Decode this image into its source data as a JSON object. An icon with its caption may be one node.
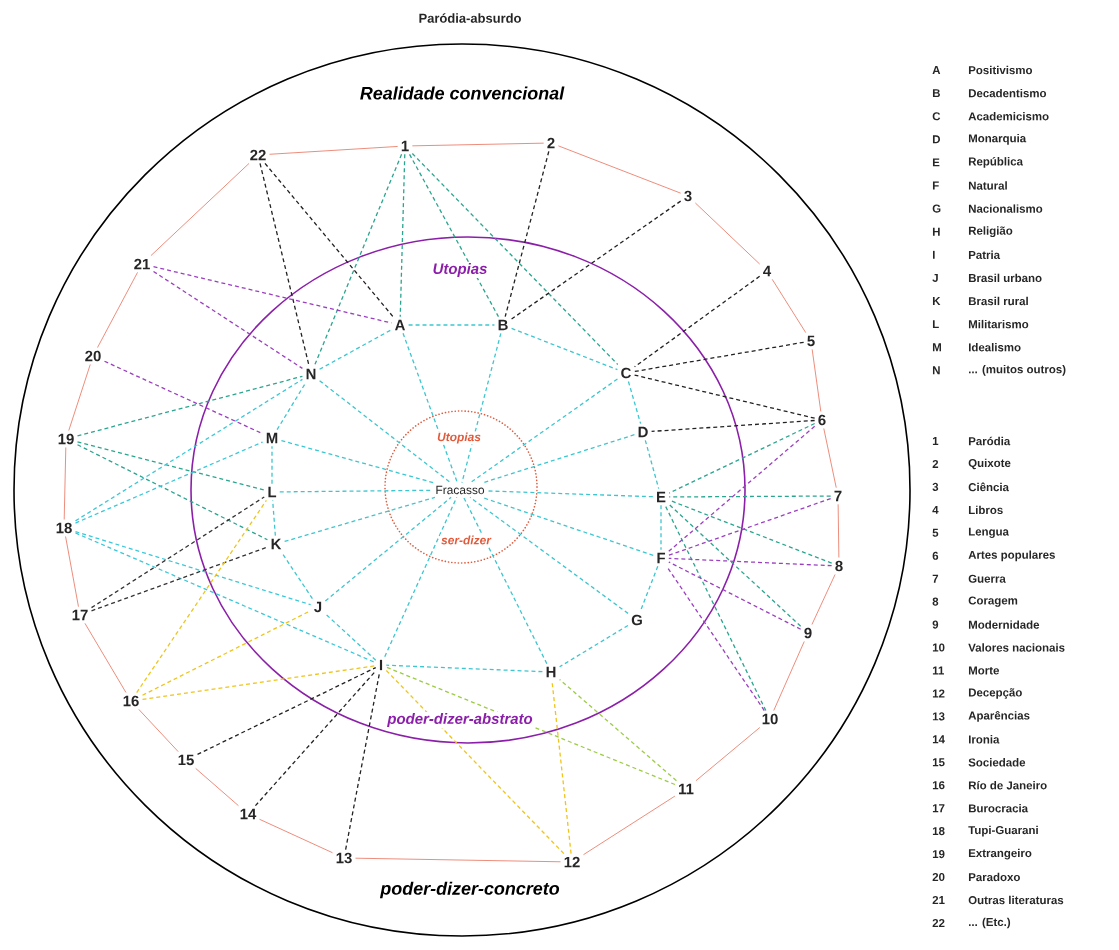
{
  "diagram": {
    "title": "Paródia-absurdo",
    "nodes": [
      {
        "text": [
          "Realidade convencional",
          "poder-dizer-concreto"
        ]
      },
      {
        "text": [
          "Utopias",
          "poder-dizer-abstrato"
        ],
        "in": 0
      },
      {
        "text": [
          "Utopias",
          "ser-dizer"
        ],
        "in": 1
      },
      {
        "text": [
          "Fracasso"
        ],
        "in": 2
      },
      {
        "text": [
          "A"
        ],
        "in": 1
      },
      {
        "text": [
          "B"
        ],
        "in": 1
      },
      {
        "text": [
          "C"
        ],
        "in": 1
      },
      {
        "text": [
          "D"
        ],
        "in": 1
      },
      {
        "text": [
          "E"
        ],
        "in": 1
      },
      {
        "text": [
          "F"
        ],
        "in": 1
      },
      {
        "text": [
          "G"
        ],
        "in": 1
      },
      {
        "text": [
          "H"
        ],
        "in": 1
      },
      {
        "text": [
          "I"
        ],
        "in": 1
      },
      {
        "text": [
          "J"
        ],
        "in": 1
      },
      {
        "text": [
          "K"
        ],
        "in": 1
      },
      {
        "text": [
          "L"
        ],
        "in": 1
      },
      {
        "text": [
          "M"
        ],
        "in": 1
      },
      {
        "text": [
          "N"
        ],
        "in": 1
      },
      {
        "text": [
          "1"
        ],
        "in": 0
      },
      {
        "text": [
          "2"
        ],
        "in": 0
      },
      {
        "text": [
          "3"
        ],
        "in": 0
      },
      {
        "text": [
          "4"
        ],
        "in": 0
      },
      {
        "text": [
          "5"
        ],
        "in": 0
      },
      {
        "text": [
          "6"
        ],
        "in": 0
      },
      {
        "text": [
          "7"
        ],
        "in": 0
      },
      {
        "text": [
          "8"
        ],
        "in": 0
      },
      {
        "text": [
          "9"
        ],
        "in": 0
      },
      {
        "text": [
          "10"
        ],
        "in": 0
      },
      {
        "text": [
          "11"
        ],
        "in": 0
      },
      {
        "text": [
          "12"
        ],
        "in": 0
      },
      {
        "text": [
          "13"
        ],
        "in": 0
      },
      {
        "text": [
          "14"
        ],
        "in": 0
      },
      {
        "text": [
          "15"
        ],
        "in": 0
      },
      {
        "text": [
          "16"
        ],
        "in": 0
      },
      {
        "text": [
          "17"
        ],
        "in": 0
      },
      {
        "text": [
          "18"
        ],
        "in": 0
      },
      {
        "text": [
          "19"
        ],
        "in": 0
      },
      {
        "text": [
          "20"
        ],
        "in": 0
      },
      {
        "text": [
          "21"
        ],
        "in": 0
      },
      {
        "text": [
          "22"
        ],
        "in": 0
      }
    ],
    "edges": [
      {
        "from": 18,
        "to": 19,
        "arrow": "none",
        "color": "#e8705a"
      },
      {
        "from": 19,
        "to": 20,
        "arrow": "none",
        "color": "#e8705a"
      },
      {
        "from": 20,
        "to": 21,
        "arrow": "none",
        "color": "#e8705a"
      },
      {
        "from": 21,
        "to": 22,
        "arrow": "none",
        "color": "#e8705a"
      },
      {
        "from": 22,
        "to": 23,
        "arrow": "none",
        "color": "#e8705a"
      },
      {
        "from": 23,
        "to": 24,
        "arrow": "none",
        "color": "#e8705a"
      },
      {
        "from": 24,
        "to": 25,
        "arrow": "none",
        "color": "#e8705a"
      },
      {
        "from": 25,
        "to": 26,
        "arrow": "none",
        "color": "#e8705a"
      },
      {
        "from": 26,
        "to": 27,
        "arrow": "none",
        "color": "#e8705a"
      },
      {
        "from": 27,
        "to": 28,
        "arrow": "none",
        "color": "#e8705a"
      },
      {
        "from": 28,
        "to": 29,
        "arrow": "none",
        "color": "#e8705a"
      },
      {
        "from": 29,
        "to": 30,
        "arrow": "none",
        "color": "#e8705a"
      },
      {
        "from": 30,
        "to": 31,
        "arrow": "none",
        "color": "#e8705a"
      },
      {
        "from": 31,
        "to": 32,
        "arrow": "none",
        "color": "#e8705a"
      },
      {
        "from": 32,
        "to": 33,
        "arrow": "none",
        "color": "#e8705a"
      },
      {
        "from": 33,
        "to": 34,
        "arrow": "none",
        "color": "#e8705a"
      },
      {
        "from": 34,
        "to": 35,
        "arrow": "none",
        "color": "#e8705a"
      },
      {
        "from": 35,
        "to": 36,
        "arrow": "none",
        "color": "#e8705a"
      },
      {
        "from": 36,
        "to": 37,
        "arrow": "none",
        "color": "#e8705a"
      },
      {
        "from": 37,
        "to": 38,
        "arrow": "none",
        "color": "#e8705a"
      },
      {
        "from": 38,
        "to": 39,
        "arrow": "none",
        "color": "#e8705a"
      },
      {
        "from": 39,
        "to": 18,
        "arrow": "none",
        "color": "#e8705a"
      },
      {
        "from": 4,
        "to": 5,
        "arrow": "none",
        "style": "dashed",
        "color": "#3cc6cf"
      },
      {
        "from": 5,
        "to": 6,
        "arrow": "none",
        "style": "dashed",
        "color": "#3cc6cf"
      },
      {
        "from": 6,
        "to": 7,
        "arrow": "none",
        "style": "dashed",
        "color": "#3cc6cf"
      },
      {
        "from": 7,
        "to": 8,
        "arrow": "none",
        "style": "dashed",
        "color": "#3cc6cf"
      },
      {
        "from": 8,
        "to": 9,
        "arrow": "none",
        "style": "dashed",
        "color": "#3cc6cf"
      },
      {
        "from": 9,
        "to": 10,
        "arrow": "none",
        "style": "dashed",
        "color": "#3cc6cf"
      },
      {
        "from": 10,
        "to": 11,
        "arrow": "none",
        "style": "dashed",
        "color": "#3cc6cf"
      },
      {
        "from": 11,
        "to": 12,
        "arrow": "none",
        "style": "dashed",
        "color": "#3cc6cf"
      },
      {
        "from": 12,
        "to": 13,
        "arrow": "none",
        "style": "dashed",
        "color": "#3cc6cf"
      },
      {
        "from": 13,
        "to": 14,
        "arrow": "none",
        "style": "dashed",
        "color": "#3cc6cf"
      },
      {
        "from": 14,
        "to": 15,
        "arrow": "none",
        "style": "dashed",
        "color": "#3cc6cf"
      },
      {
        "from": 15,
        "to": 16,
        "arrow": "none",
        "style": "dashed",
        "color": "#3cc6cf"
      },
      {
        "from": 16,
        "to": 17,
        "arrow": "none",
        "style": "dashed",
        "color": "#3cc6cf"
      },
      {
        "from": 17,
        "to": 4,
        "arrow": "none",
        "style": "dashed",
        "color": "#3cc6cf"
      },
      {
        "from": 4,
        "to": 3,
        "arrow": "none",
        "style": "dashed",
        "color": "#3cc6cf"
      },
      {
        "from": 5,
        "to": 3,
        "arrow": "none",
        "style": "dashed",
        "color": "#3cc6cf"
      },
      {
        "from": 6,
        "to": 3,
        "arrow": "none",
        "style": "dashed",
        "color": "#3cc6cf"
      },
      {
        "from": 7,
        "to": 3,
        "arrow": "none",
        "style": "dashed",
        "color": "#3cc6cf"
      },
      {
        "from": 8,
        "to": 3,
        "arrow": "none",
        "style": "dashed",
        "color": "#3cc6cf"
      },
      {
        "from": 9,
        "to": 3,
        "arrow": "none",
        "style": "dashed",
        "color": "#3cc6cf"
      },
      {
        "from": 10,
        "to": 3,
        "arrow": "none",
        "style": "dashed",
        "color": "#3cc6cf"
      },
      {
        "from": 11,
        "to": 3,
        "arrow": "none",
        "style": "dashed",
        "color": "#3cc6cf"
      },
      {
        "from": 12,
        "to": 3,
        "arrow": "none",
        "style": "dashed",
        "color": "#3cc6cf"
      },
      {
        "from": 13,
        "to": 3,
        "arrow": "none",
        "style": "dashed",
        "color": "#3cc6cf"
      },
      {
        "from": 14,
        "to": 3,
        "arrow": "none",
        "style": "dashed",
        "color": "#3cc6cf"
      },
      {
        "from": 15,
        "to": 3,
        "arrow": "none",
        "style": "dashed",
        "color": "#3cc6cf"
      },
      {
        "from": 16,
        "to": 3,
        "arrow": "none",
        "style": "dashed",
        "color": "#3cc6cf"
      },
      {
        "from": 17,
        "to": 3,
        "arrow": "none",
        "style": "dashed",
        "color": "#3cc6cf"
      },
      {
        "from": 18,
        "to": 4,
        "arrow": "none",
        "style": "dashed",
        "color": "#2aa58e"
      },
      {
        "from": 18,
        "to": 5,
        "arrow": "none",
        "style": "dashed",
        "color": "#2aa58e"
      },
      {
        "from": 18,
        "to": 6,
        "arrow": "none",
        "style": "dashed",
        "color": "#2aa58e"
      },
      {
        "from": 18,
        "to": 17,
        "arrow": "none",
        "style": "dashed",
        "color": "#2aa58e"
      },
      {
        "from": 19,
        "to": 5,
        "arrow": "none",
        "style": "dashed",
        "color": "#222222"
      },
      {
        "from": 20,
        "to": 5,
        "arrow": "none",
        "style": "dashed",
        "color": "#222222"
      },
      {
        "from": 39,
        "to": 4,
        "arrow": "none",
        "style": "dashed",
        "color": "#222222"
      },
      {
        "from": 39,
        "to": 17,
        "arrow": "none",
        "style": "dashed",
        "color": "#222222"
      },
      {
        "from": 21,
        "to": 6,
        "arrow": "none",
        "style": "dashed",
        "color": "#222222"
      },
      {
        "from": 22,
        "to": 6,
        "arrow": "none",
        "style": "dashed",
        "color": "#222222"
      },
      {
        "from": 23,
        "to": 6,
        "arrow": "none",
        "style": "dashed",
        "color": "#222222"
      },
      {
        "from": 23,
        "to": 7,
        "arrow": "none",
        "style": "dashed",
        "color": "#222222"
      },
      {
        "from": 38,
        "to": 4,
        "arrow": "none",
        "style": "dashed",
        "color": "#9b3fc0"
      },
      {
        "from": 38,
        "to": 17,
        "arrow": "none",
        "style": "dashed",
        "color": "#9b3fc0"
      },
      {
        "from": 37,
        "to": 16,
        "arrow": "none",
        "style": "dashed",
        "color": "#9b3fc0"
      },
      {
        "from": 36,
        "to": 17,
        "arrow": "none",
        "style": "dashed",
        "color": "#2aa58e"
      },
      {
        "from": 36,
        "to": 15,
        "arrow": "none",
        "style": "dashed",
        "color": "#2aa58e"
      },
      {
        "from": 36,
        "to": 14,
        "arrow": "none",
        "style": "dashed",
        "color": "#2aa58e"
      },
      {
        "from": 35,
        "to": 17,
        "arrow": "none",
        "style": "dashed",
        "color": "#3cc8d8"
      },
      {
        "from": 35,
        "to": 16,
        "arrow": "none",
        "style": "dashed",
        "color": "#3cc8d8"
      },
      {
        "from": 35,
        "to": 13,
        "arrow": "none",
        "style": "dashed",
        "color": "#3cc8d8"
      },
      {
        "from": 35,
        "to": 12,
        "arrow": "none",
        "style": "dashed",
        "color": "#3cc8d8"
      },
      {
        "from": 34,
        "to": 15,
        "arrow": "none",
        "style": "dashed",
        "color": "#333333"
      },
      {
        "from": 34,
        "to": 14,
        "arrow": "none",
        "style": "dashed",
        "color": "#333333"
      },
      {
        "from": 33,
        "to": 15,
        "arrow": "none",
        "style": "dashed",
        "color": "#f0c419"
      },
      {
        "from": 33,
        "to": 13,
        "arrow": "none",
        "style": "dashed",
        "color": "#f0c419"
      },
      {
        "from": 33,
        "to": 12,
        "arrow": "none",
        "style": "dashed",
        "color": "#f0c419"
      },
      {
        "from": 32,
        "to": 12,
        "arrow": "none",
        "style": "dashed",
        "color": "#222222"
      },
      {
        "from": 31,
        "to": 12,
        "arrow": "none",
        "style": "dashed",
        "color": "#222222"
      },
      {
        "from": 30,
        "to": 12,
        "arrow": "none",
        "style": "dashed",
        "color": "#222222"
      },
      {
        "from": 29,
        "to": 12,
        "arrow": "none",
        "style": "dashed",
        "color": "#f0c419"
      },
      {
        "from": 29,
        "to": 11,
        "arrow": "none",
        "style": "dashed",
        "color": "#f0c419"
      },
      {
        "from": 28,
        "to": 12,
        "arrow": "none",
        "style": "dashed",
        "color": "#9ccc45"
      },
      {
        "from": 28,
        "to": 11,
        "arrow": "none",
        "style": "dashed",
        "color": "#9ccc45"
      },
      {
        "from": 23,
        "to": 8,
        "arrow": "none",
        "style": "dashed",
        "color": "#2aa58e"
      },
      {
        "from": 24,
        "to": 8,
        "arrow": "none",
        "style": "dashed",
        "color": "#2aa58e"
      },
      {
        "from": 25,
        "to": 8,
        "arrow": "none",
        "style": "dashed",
        "color": "#2aa58e"
      },
      {
        "from": 26,
        "to": 8,
        "arrow": "none",
        "style": "dashed",
        "color": "#2aa58e"
      },
      {
        "from": 27,
        "to": 8,
        "arrow": "none",
        "style": "dashed",
        "color": "#2aa58e"
      },
      {
        "from": 23,
        "to": 9,
        "arrow": "none",
        "style": "dashed",
        "color": "#9b3fc0"
      },
      {
        "from": 24,
        "to": 9,
        "arrow": "none",
        "style": "dashed",
        "color": "#9b3fc0"
      },
      {
        "from": 25,
        "to": 9,
        "arrow": "none",
        "style": "dashed",
        "color": "#9b3fc0"
      },
      {
        "from": 26,
        "to": 9,
        "arrow": "none",
        "style": "dashed",
        "color": "#9b3fc0"
      },
      {
        "from": 27,
        "to": 9,
        "arrow": "none",
        "style": "dashed",
        "color": "#9b3fc0"
      }
    ],
    "labels": [
      "A",
      "Positivismo",
      "B",
      "Decadentismo",
      "C",
      "Academicismo",
      "D",
      "Monarquia",
      "E",
      "República",
      "F",
      "Natural",
      "G",
      "Nacionalismo",
      "H",
      "Religião",
      "I",
      "Patria",
      "J",
      "Brasil urbano",
      "K",
      "Brasil rural",
      "L",
      "Militarismo",
      "M",
      "Idealismo",
      "N",
      "... (muitos outros)",
      "1",
      "Paródia",
      "2",
      "Quixote",
      "3",
      "Ciência",
      "4",
      "Libros",
      "5",
      "Lengua",
      "6",
      "Artes populares",
      "7",
      "Guerra",
      "8",
      "Coragem",
      "9",
      "Modernidade",
      "10",
      "Valores nacionais",
      "11",
      "Morte",
      "12",
      "Decepção",
      "13",
      "Aparências",
      "14",
      "Ironia",
      "15",
      "Sociedade",
      "16",
      "Río de Janeiro",
      "17",
      "Burocracia",
      "18",
      "Tupi-Guarani",
      "19",
      "Extrangeiro",
      "20",
      "Paradoxo",
      "21",
      "Outras literaturas",
      "22",
      "... (Etc.)"
    ]
  }
}
